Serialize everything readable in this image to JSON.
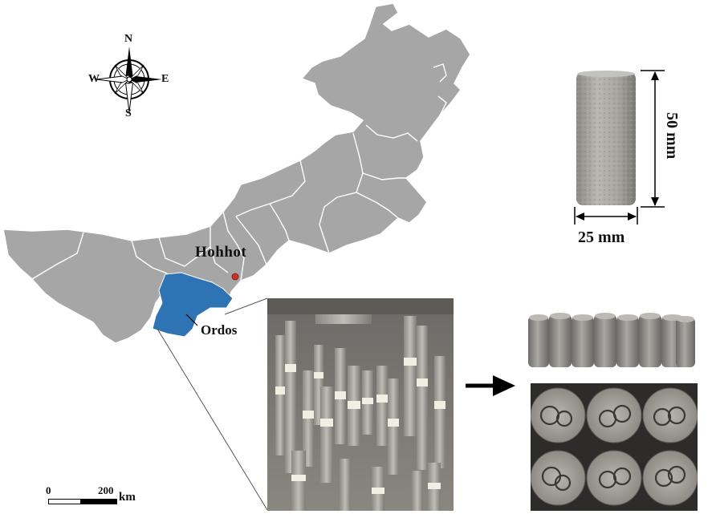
{
  "compass": {
    "n": "N",
    "s": "S",
    "e": "E",
    "w": "W"
  },
  "map": {
    "capital_label": "Hohhot",
    "region_label": "Ordos",
    "highlight_color": "#2e74b5",
    "land_color": "#a6a6a6",
    "capital_marker_color": "#d0302a"
  },
  "scale_bar": {
    "zero": "0",
    "distance": "200",
    "unit": "km"
  },
  "specimen": {
    "height_label": "50 mm",
    "diameter_label": "25 mm"
  }
}
